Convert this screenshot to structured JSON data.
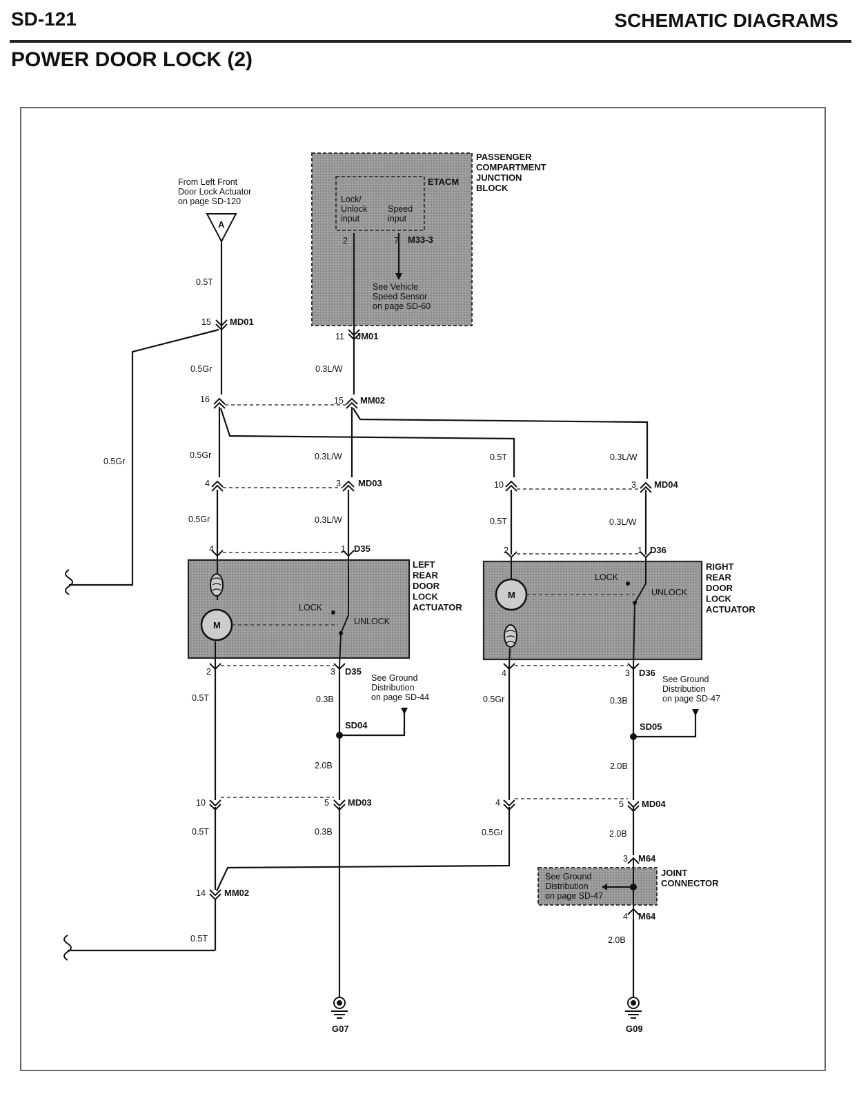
{
  "header": {
    "page_code": "SD-121",
    "section": "SCHEMATIC DIAGRAMS",
    "subtitle": "POWER DOOR LOCK (2)"
  },
  "junction_block": {
    "title_lines": [
      "PASSENGER",
      "COMPARTMENT",
      "JUNCTION",
      "BLOCK"
    ],
    "module": "ETACM",
    "lock_input_lines": [
      "Lock/",
      "Unlock",
      "input"
    ],
    "speed_input_lines": [
      "Speed",
      "input"
    ],
    "pin_lock": "2",
    "pin_speed": "7",
    "speed_connector": "M33-3",
    "speed_note_lines": [
      "See Vehicle",
      "Speed Sensor",
      "on page SD-60"
    ]
  },
  "from_note_lines": [
    "From Left Front",
    "Door Lock Actuator",
    "on page SD-120"
  ],
  "offpage_letter": "A",
  "connectors": {
    "md01": {
      "name": "MD01",
      "pin": "15"
    },
    "jm01": {
      "name": "JM01",
      "pin": "11"
    },
    "mm02_top": {
      "name": "MM02",
      "pin_left": "16",
      "pin_right": "15"
    },
    "md03_top": {
      "name": "MD03",
      "pin_left": "4",
      "pin_right": "3"
    },
    "md04_top": {
      "name": "MD04",
      "pin_left": "10",
      "pin_right": "3"
    },
    "d35_top": {
      "name": "D35",
      "pin_left": "4",
      "pin_right": "1"
    },
    "d36_top": {
      "name": "D36",
      "pin_left": "2",
      "pin_right": "1"
    },
    "d35_bot": {
      "name": "D35",
      "pin_left": "2",
      "pin_right": "3"
    },
    "d36_bot": {
      "name": "D36",
      "pin_left": "4",
      "pin_right": "3"
    },
    "md03_bot": {
      "name": "MD03",
      "pin_left": "10",
      "pin_right": "5"
    },
    "md04_bot": {
      "name": "MD04",
      "pin_left": "4",
      "pin_right": "5"
    },
    "mm02_bot": {
      "name": "MM02",
      "pin": "14"
    },
    "m64_top": {
      "name": "M64",
      "pin": "3"
    },
    "m64_bot": {
      "name": "M64",
      "pin": "4"
    }
  },
  "wires": {
    "w_05t_a": "0.5T",
    "w_05gr_a": "0.5Gr",
    "w_03lw_a": "0.3L/W",
    "w_05gr_side": "0.5Gr",
    "w_05gr_b": "0.5Gr",
    "w_03lw_b": "0.3L/W",
    "w_05t_r1": "0.5T",
    "w_03lw_r1": "0.3L/W",
    "w_05gr_c": "0.5Gr",
    "w_03lw_c": "0.3L/W",
    "w_05t_r2": "0.5T",
    "w_03lw_r2": "0.3L/W",
    "w_05t_l3": "0.5T",
    "w_03b_l": "0.3B",
    "w_05gr_r3": "0.5Gr",
    "w_03b_r": "0.3B",
    "w_20b_l": "2.0B",
    "w_20b_r": "2.0B",
    "w_05t_l4": "0.5T",
    "w_03b_l2": "0.3B",
    "w_05gr_r4": "0.5Gr",
    "w_20b_r2": "2.0B",
    "w_05t_l5": "0.5T",
    "w_20b_r3": "2.0B"
  },
  "left_actuator": {
    "title_lines": [
      "LEFT",
      "REAR",
      "DOOR",
      "LOCK",
      "ACTUATOR"
    ],
    "lock": "LOCK",
    "unlock": "UNLOCK",
    "motor": "M"
  },
  "right_actuator": {
    "title_lines": [
      "RIGHT",
      "REAR",
      "DOOR",
      "LOCK",
      "ACTUATOR"
    ],
    "lock": "LOCK",
    "unlock": "UNLOCK",
    "motor": "M"
  },
  "splices": {
    "sd04": "SD04",
    "sd05": "SD05"
  },
  "ground_note_left_lines": [
    "See Ground",
    "Distribution",
    "on page SD-44"
  ],
  "ground_note_right_lines": [
    "See Ground",
    "Distribution",
    "on page SD-47"
  ],
  "joint": {
    "title_lines": [
      "JOINT",
      "CONNECTOR"
    ],
    "note_lines": [
      "See Ground",
      "Distribution",
      "on page SD-47"
    ]
  },
  "grounds": {
    "g07": "G07",
    "g09": "G09"
  }
}
